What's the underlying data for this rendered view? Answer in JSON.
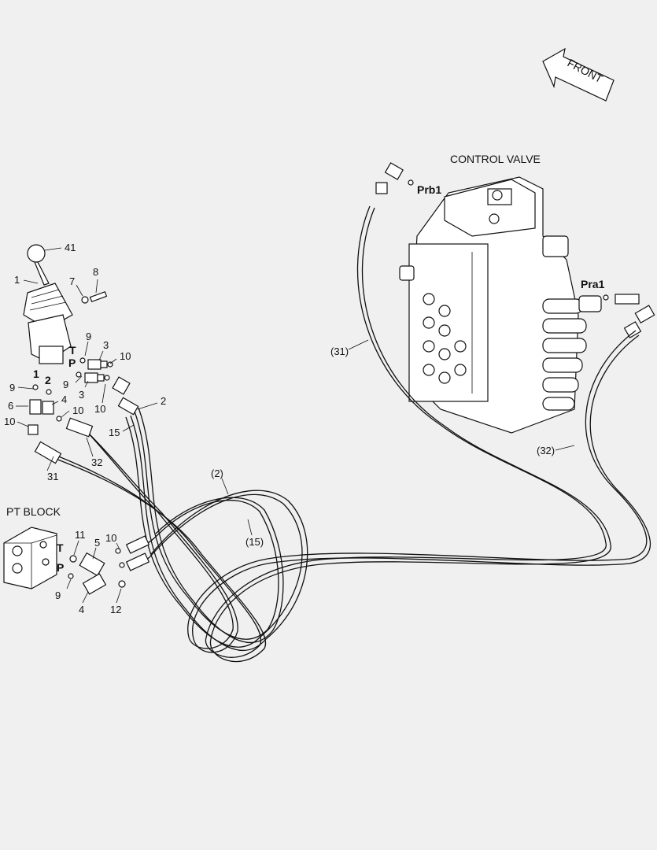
{
  "labels": {
    "front": "FRONT",
    "control_valve": "CONTROL VALVE",
    "pt_block": "PT BLOCK",
    "prb1": "Prb1",
    "pra1": "Pra1",
    "n41": "41",
    "n1": "1",
    "n7": "7",
    "n8": "8",
    "n9a": "9",
    "n3a": "3",
    "n10a": "10",
    "t_joy": "T",
    "p_joy": "P",
    "n9b": "9",
    "n3b": "3",
    "n10b": "10",
    "port1": "1",
    "port2": "2",
    "n9c": "9",
    "n6": "6",
    "n4a": "4",
    "n10c": "10",
    "n10d": "10",
    "n2": "2",
    "n15": "15",
    "n32": "32",
    "n31": "31",
    "p2": "(2)",
    "p15": "(15)",
    "p31": "(31)",
    "p32": "(32)",
    "n11": "11",
    "n5": "5",
    "n10e": "10",
    "t_pt": "T",
    "p_pt": "P",
    "n9d": "9",
    "n4b": "4",
    "n12": "12"
  }
}
